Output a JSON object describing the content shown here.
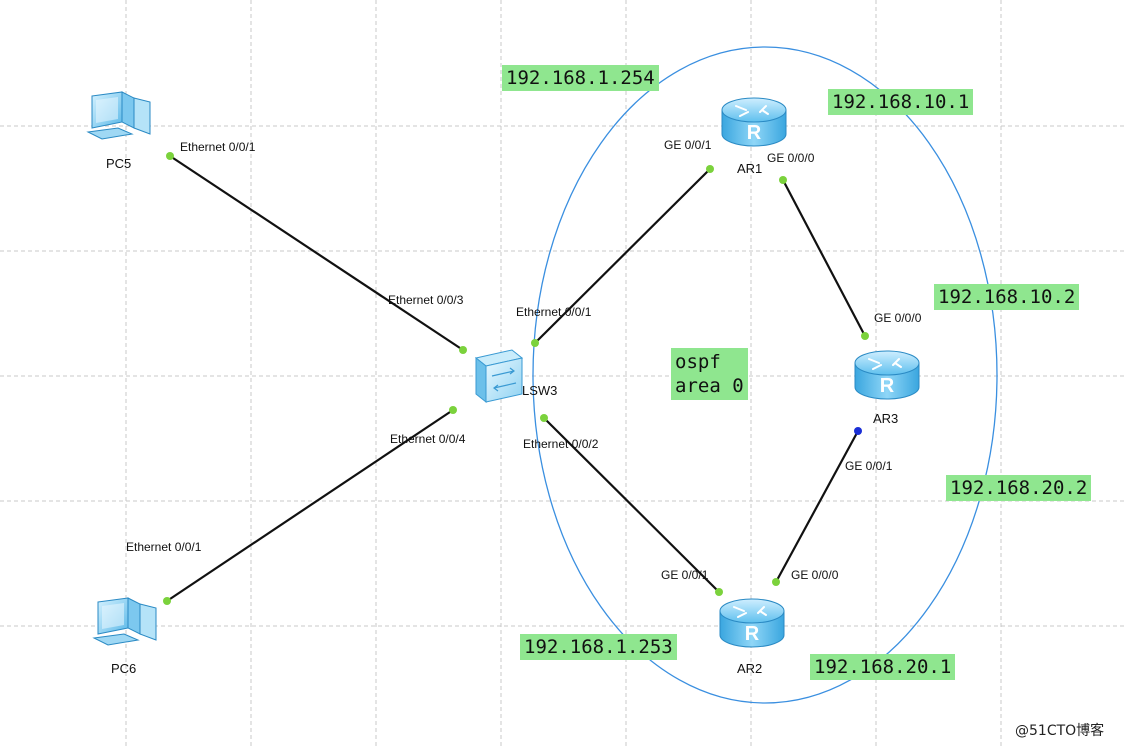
{
  "devices": {
    "pc5": "PC5",
    "pc6": "PC6",
    "switch": "LSW3",
    "ar1": "AR1",
    "ar2": "AR2",
    "ar3": "AR3"
  },
  "ports": {
    "pc5_eth": "Ethernet 0/0/1",
    "pc6_eth": "Ethernet 0/0/1",
    "sw_eth3": "Ethernet 0/0/3",
    "sw_eth4": "Ethernet 0/0/4",
    "sw_eth1": "Ethernet 0/0/1",
    "sw_eth2": "Ethernet 0/0/2",
    "ar1_ge1": "GE 0/0/1",
    "ar1_ge0": "GE 0/0/0",
    "ar3_ge0": "GE 0/0/0",
    "ar3_ge1": "GE 0/0/1",
    "ar2_ge1": "GE 0/0/1",
    "ar2_ge0": "GE 0/0/0"
  },
  "ips": {
    "ar1_lan": "192.168.1.254",
    "ar1_wan": "192.168.10.1",
    "ar3_a": "192.168.10.2",
    "ar3_b": "192.168.20.2",
    "ar2_lan": "192.168.1.253",
    "ar2_wan": "192.168.20.1"
  },
  "area_label": "ospf\narea 0",
  "watermark": "@51CTO博客",
  "colors": {
    "label_bg": "#8fe68f",
    "link": "#111111",
    "port_up": "#7bd23c",
    "port_blue": "#1a2fd6",
    "area_ring": "#3a8fe0",
    "grid": "#c8c8c8",
    "router": "#4fb3e8"
  }
}
